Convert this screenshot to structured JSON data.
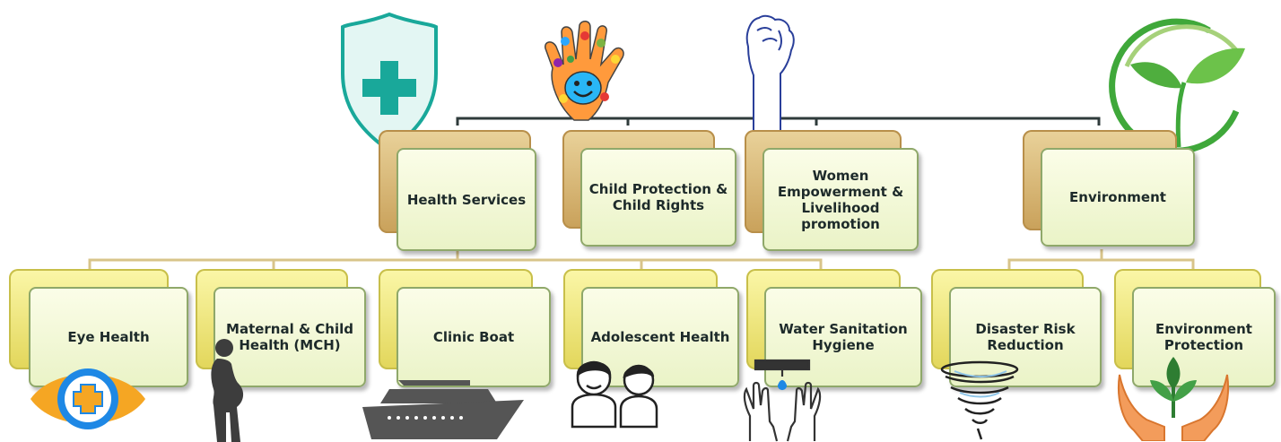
{
  "categories": {
    "health": "Health Services",
    "child": "Child Protection & Child Rights",
    "women": "Women Empowerment & Livelihood promotion",
    "environment": "Environment"
  },
  "programs": {
    "eye": "Eye Health",
    "mch": "Maternal & Child Health (MCH)",
    "clinic_boat": "Clinic Boat",
    "adolescent": "Adolescent Health",
    "wash": "Water Sanitation Hygiene",
    "drr": "Disaster Risk Reduction",
    "env_protection": "Environment Protection"
  },
  "colors": {
    "card_fill": "#eaf3c7",
    "card_border": "#8fa86a",
    "back_tan": "#c9a15a",
    "back_yellow": "#e2d65a",
    "connector_dark": "#2f3b3b",
    "connector_tan": "#d8c48a",
    "health_teal": "#19a89a",
    "leaf_green": "#3fa83a"
  },
  "icons": [
    "health-shield-icon",
    "painted-hand-icon",
    "raised-fist-icon",
    "leaf-circle-icon",
    "eye-plus-icon",
    "pregnant-woman-icon",
    "boat-icon",
    "teenagers-icon",
    "handwashing-icon",
    "tornado-icon",
    "hands-plant-icon"
  ]
}
